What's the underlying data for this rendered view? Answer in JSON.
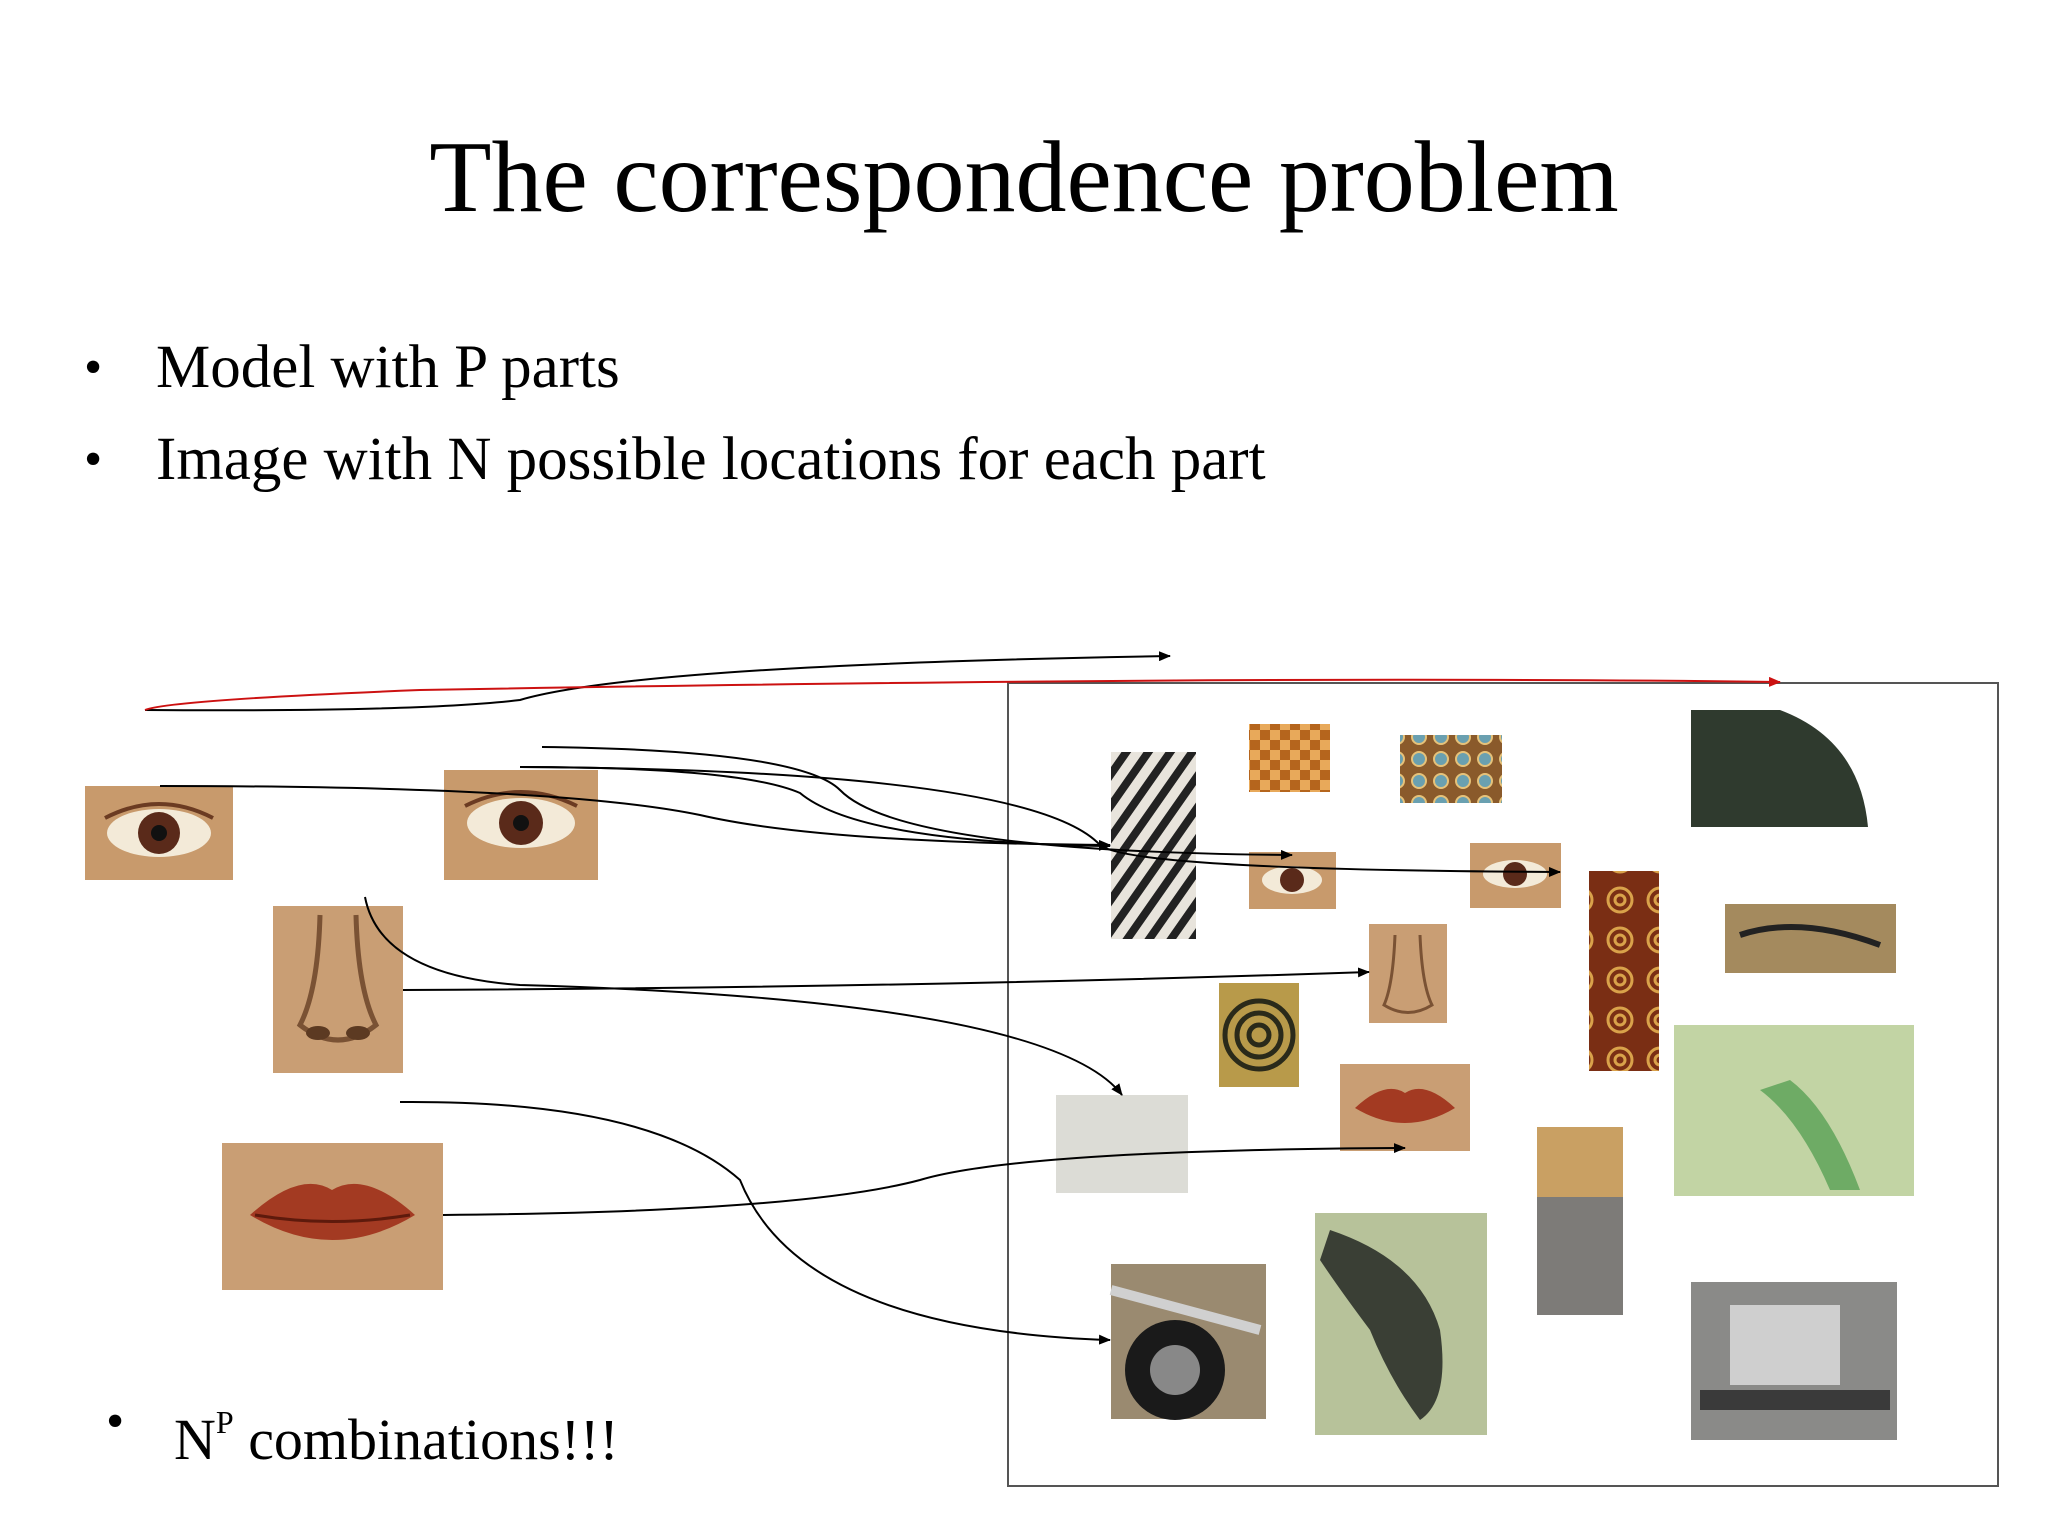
{
  "slide": {
    "title": "The correspondence problem",
    "bullets": [
      "Model with P parts",
      "Image with N possible locations for each part"
    ],
    "bottom_bullet": {
      "base": "N",
      "superscript": "P",
      "rest": " combinations!!!"
    }
  },
  "colors": {
    "arrow": "#000000",
    "red_arrow": "#cc1111",
    "frame": "#555555",
    "skin": "#c79a6d",
    "lip": "#a33a22"
  },
  "icons": {
    "bullet": "•"
  }
}
